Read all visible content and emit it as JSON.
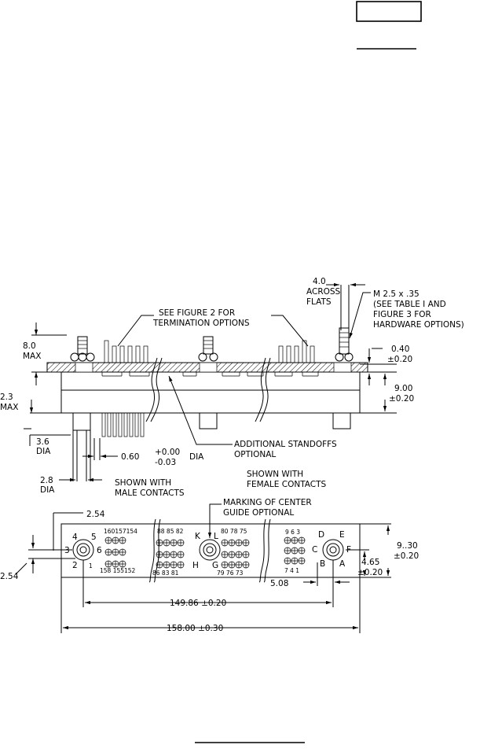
{
  "colors": {
    "ink": "#000000",
    "paper": "#ffffff"
  },
  "side_view": {
    "callout_termination": [
      "SEE FIGURE 2 FOR",
      "TERMINATION OPTIONS"
    ],
    "callout_flats": [
      "4.0",
      "ACROSS",
      "FLATS"
    ],
    "callout_thread": [
      "M 2.5 x .35",
      "(SEE TABLE I AND",
      "FIGURE 3 FOR",
      "HARDWARE OPTIONS)"
    ],
    "dim_height_max": [
      "8.0",
      "MAX"
    ],
    "dim_standoff_max": [
      "2.3",
      "MAX"
    ],
    "dim_plate": [
      "0.40",
      "±0.20"
    ],
    "dim_body": [
      "9.00",
      "±0.20"
    ],
    "dim_standoff_dia": [
      "3.6",
      "DIA"
    ],
    "dim_contact": {
      "value": "0.60",
      "tol_plus": "+0.00",
      "tol_minus": "-0.03",
      "unit": "DIA"
    },
    "dim_pin_dia": [
      "2.8",
      "DIA"
    ],
    "note_standoffs": [
      "ADDITIONAL STANDOFFS",
      "OPTIONAL"
    ],
    "note_male": [
      "SHOWN WITH",
      "MALE CONTACTS"
    ],
    "note_female": [
      "SHOWN WITH",
      "FEMALE CONTACTS"
    ]
  },
  "front_view": {
    "note_guide": [
      "MARKING OF CENTER",
      "GUIDE OPTIONAL"
    ],
    "dim_top_offset": "2.54",
    "dim_side_offset": "2.54",
    "dim_height": [
      "9..30",
      "±0.20"
    ],
    "dim_half_height": [
      "4.65",
      "±0.20"
    ],
    "dim_pitch": "5.08",
    "dim_inner_length": "149.86 ±0.20",
    "dim_overall_length": "158.00 ±0.30",
    "left_row_labels": [
      "4",
      "5",
      "3",
      "6",
      "2",
      "1"
    ],
    "right_letters": [
      "D",
      "E",
      "C",
      "F",
      "B",
      "A"
    ],
    "group_left_top": "160157154",
    "group_left_bottom": "158 155152",
    "group_midleft_top": "88 85 82",
    "group_midleft_bottom": "86 83 81",
    "group_midright_top": "80 78 75",
    "group_midright_bottom": "79 76 73",
    "group_right_top": "9 6 3",
    "group_right_bottom": "7 4 1",
    "letter_k": "K",
    "letter_l": "L",
    "letter_h": "H",
    "letter_g": "G"
  }
}
